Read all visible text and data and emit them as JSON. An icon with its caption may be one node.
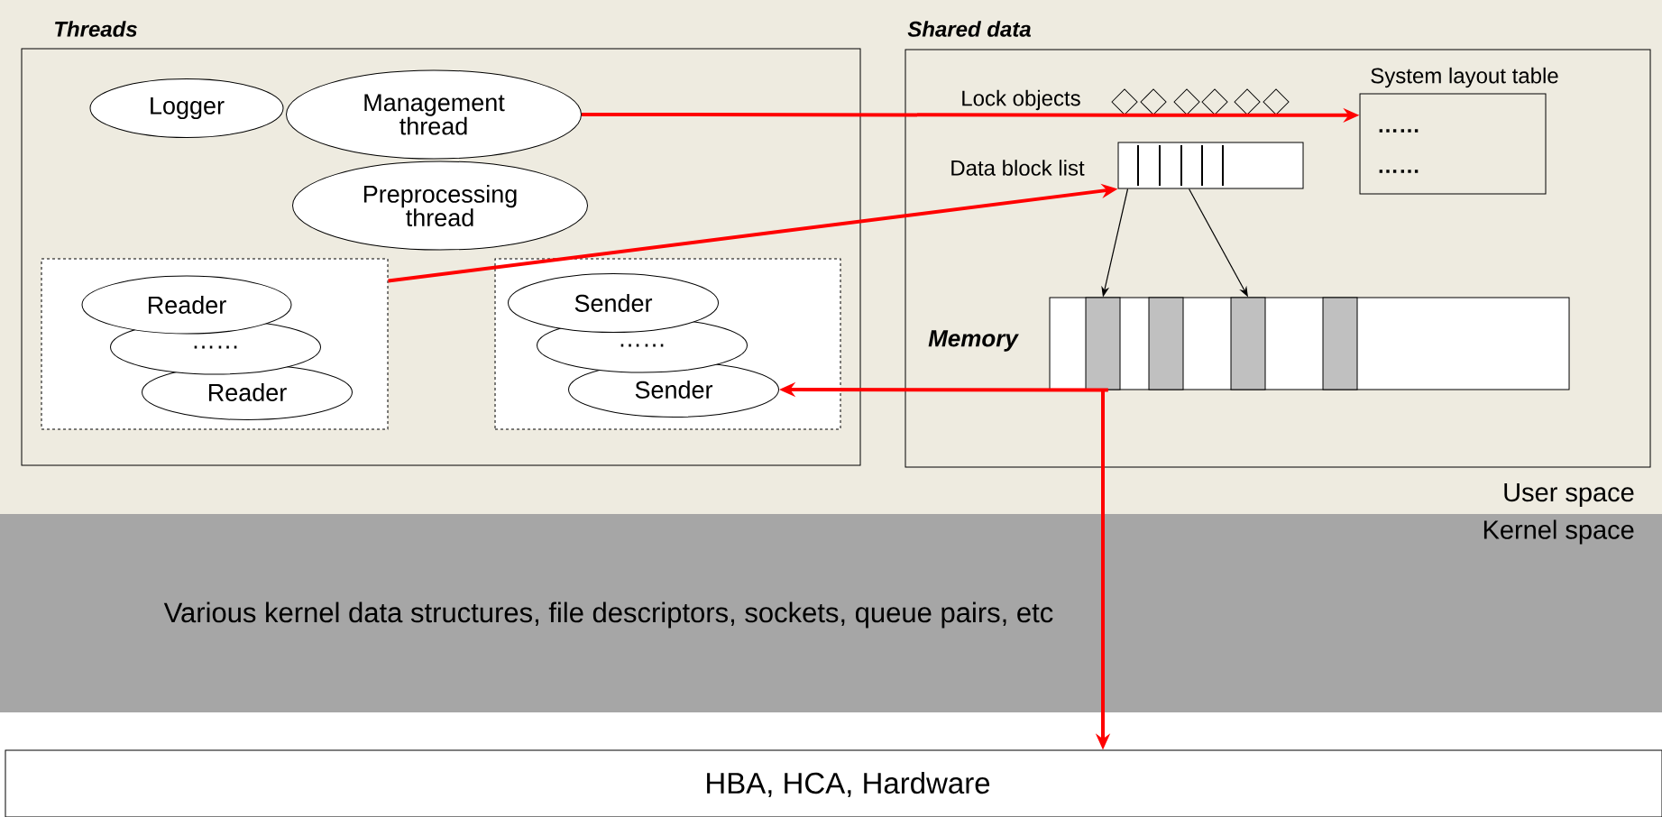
{
  "diagram": {
    "nodes": [
      {
        "text": [
          "Threads"
        ]
      },
      {
        "text": [
          "Logger"
        ],
        "in": 0
      },
      {
        "text": [
          "Management thread"
        ],
        "in": 0
      },
      {
        "text": [
          "Preprocessing thread"
        ],
        "in": 0
      },
      {
        "text": [],
        "shape": "box",
        "in": 0
      },
      {
        "text": [
          "Reader"
        ],
        "in": 4
      },
      {
        "text": [
          "……"
        ],
        "in": 4
      },
      {
        "text": [
          "Reader"
        ],
        "in": 4
      },
      {
        "text": [],
        "shape": "box",
        "in": 0
      },
      {
        "text": [
          "Sender"
        ],
        "in": 8
      },
      {
        "text": [
          "……"
        ],
        "in": 8
      },
      {
        "text": [
          "Sender"
        ],
        "in": 8
      },
      {
        "text": [
          "Shared data"
        ]
      },
      {
        "text": [
          "Data block list"
        ],
        "in": 12
      },
      {
        "text": [
          "System layout table",
          "……",
          "……"
        ],
        "in": 12
      },
      {
        "text": [
          "Memory"
        ],
        "in": 12
      },
      {
        "text": [],
        "shape": "bar",
        "in": 15
      },
      {
        "text": [],
        "shape": "bar",
        "in": 15
      },
      {
        "text": [],
        "shape": "bar",
        "in": 15
      },
      {
        "text": [],
        "shape": "bar",
        "in": 15
      },
      {
        "text": [
          "HBA, HCA, Hardware"
        ]
      }
    ],
    "edges": [
      {
        "from": 2,
        "to": 14,
        "arrow": "to"
      },
      {
        "from": 4,
        "to": 13,
        "arrow": "to"
      },
      {
        "from": 13,
        "to": 16,
        "arrow": "to",
        "color": "#000000"
      },
      {
        "from": 13,
        "to": 18,
        "arrow": "to",
        "color": "#000000"
      },
      {
        "from": 15,
        "to": 11,
        "arrow": "to"
      },
      {
        "from": 16,
        "to": 20,
        "arrow": "to"
      }
    ],
    "labels": [
      "Lock objects",
      "User space",
      "Kernel space",
      "Various kernel data structures, file descriptors, sockets, queue pairs, etc"
    ]
  }
}
